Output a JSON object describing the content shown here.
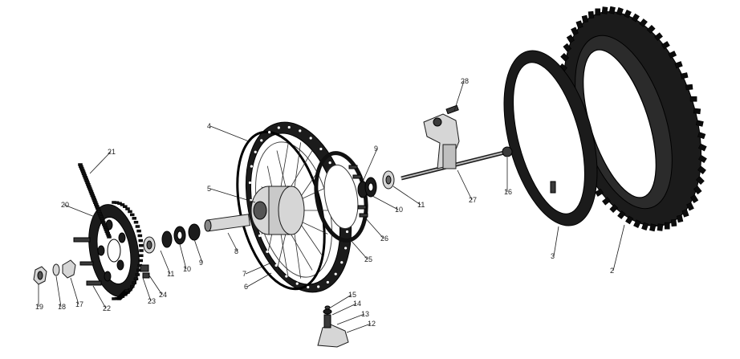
{
  "diagram": {
    "callouts": [
      "2",
      "3",
      "4",
      "5",
      "6",
      "7",
      "8",
      "9",
      "10",
      "11",
      "12",
      "13",
      "14",
      "15",
      "16",
      "17",
      "18",
      "19",
      "20",
      "21",
      "22",
      "23",
      "24",
      "25",
      "26",
      "27",
      "28"
    ],
    "callouts_second": [
      "9",
      "10",
      "11"
    ]
  },
  "colors": {
    "ink": "#1b1b1b",
    "rubber": "#0c0c0c",
    "metal": "#d6d6d6",
    "background": "#ffffff"
  }
}
